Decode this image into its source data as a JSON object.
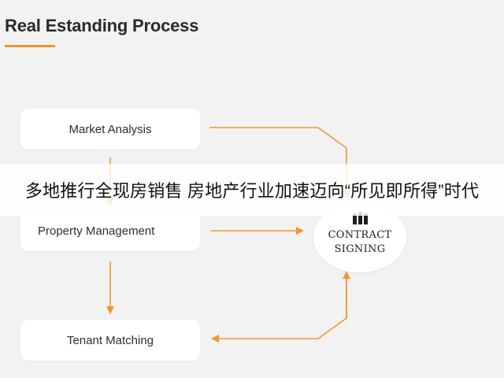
{
  "title": "Real Estanding Process",
  "accent_color": "#f0962b",
  "nodes": {
    "market_analysis": "Market Analysis",
    "property_management": "Property Management",
    "tenant_matching": "Tenant Matching",
    "contract_line1": "CONTRACT",
    "contract_line2": "SIGNING",
    "contract_icon": "building-columns-icon"
  },
  "banner": {
    "text": "多地推行全现房销售 房地产行业加速迈向“所见即所得”时代"
  }
}
